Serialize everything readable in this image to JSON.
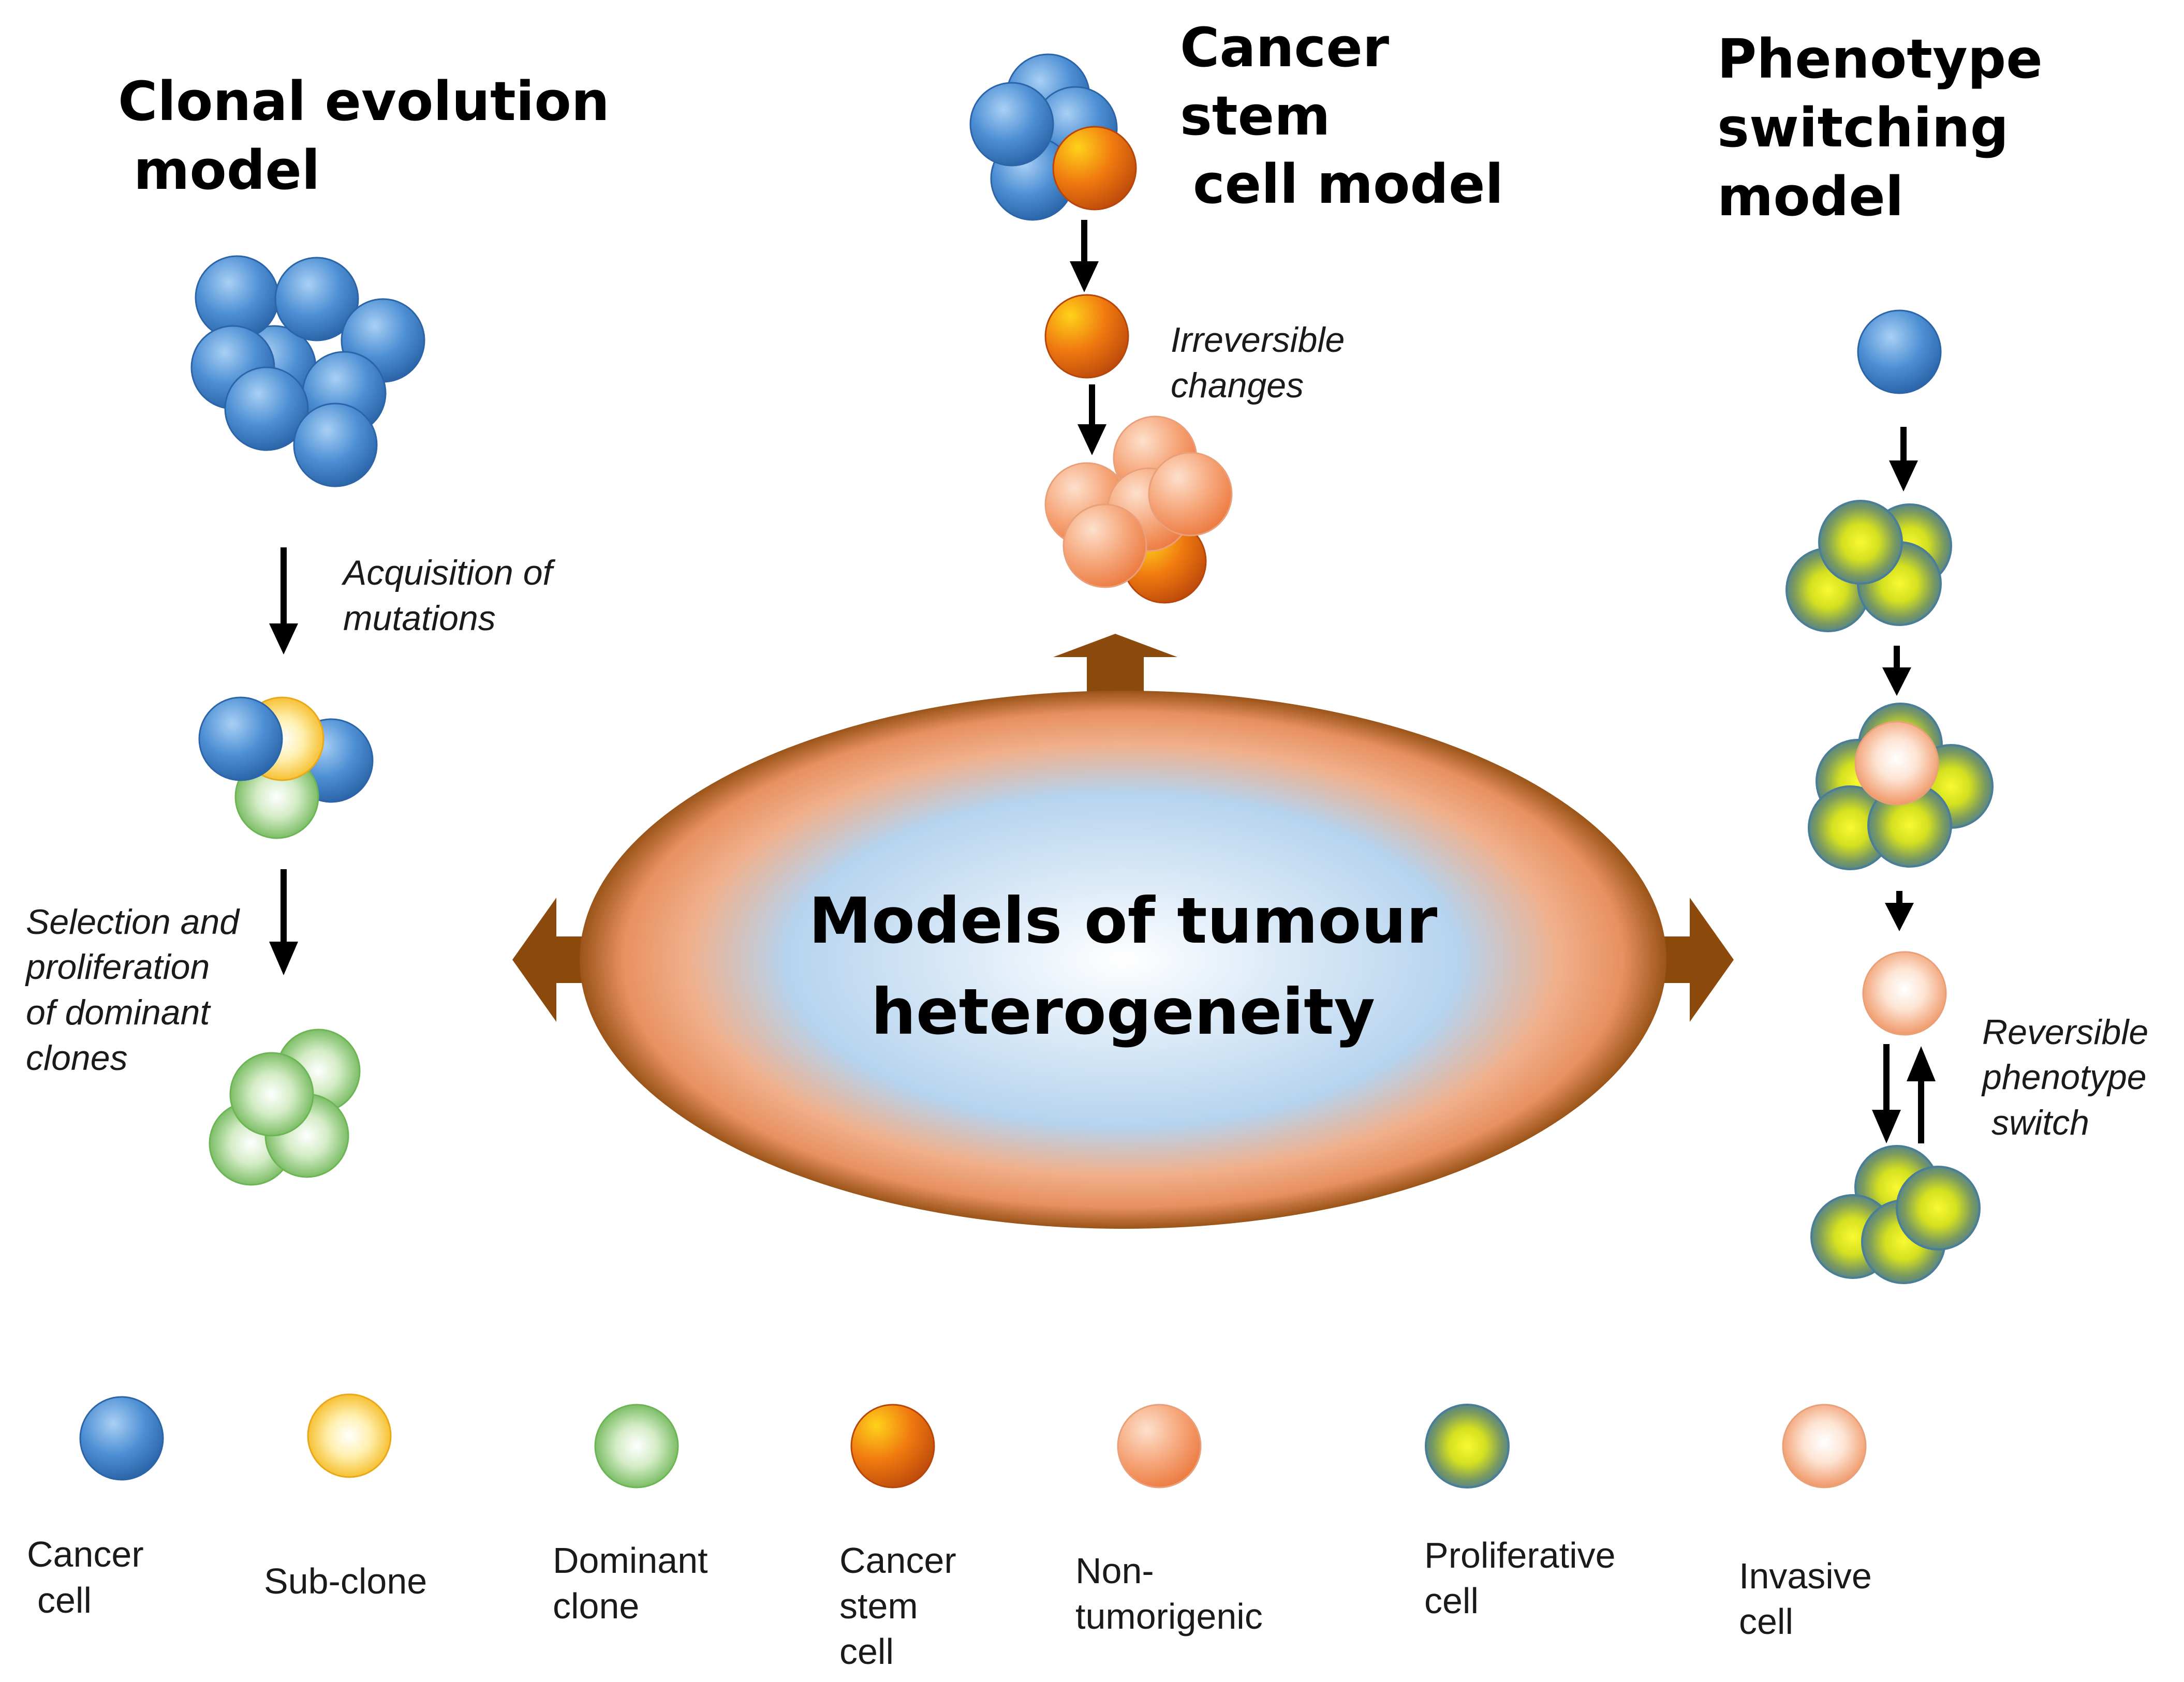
{
  "center": {
    "line1": "Models of tumour",
    "line2": "heterogeneity"
  },
  "clonal": {
    "title_line1": "Clonal evolution",
    "title_line2": "model",
    "note1_line1": "Acquisition of",
    "note1_line2": "mutations",
    "note2_line1": "Selection and",
    "note2_line2": "proliferation",
    "note2_line3": "of dominant",
    "note2_line4": "clones"
  },
  "stem": {
    "title_line1": "Cancer",
    "title_line2": "stem",
    "title_line3": "cell model",
    "note_line1": "Irreversible",
    "note_line2": "changes"
  },
  "phenotype": {
    "title_line1": "Phenotype",
    "title_line2": "switching",
    "title_line3": "model",
    "note_line1": "Reversible",
    "note_line2": "phenotype",
    "note_line3": "switch"
  },
  "legend": [
    {
      "icon": "cancer-cell-icon",
      "line1": "Cancer",
      "line2": "cell",
      "line3": ""
    },
    {
      "icon": "sub-clone-icon",
      "line1": "Sub-clone",
      "line2": "",
      "line3": ""
    },
    {
      "icon": "dominant-clone-icon",
      "line1": "Dominant",
      "line2": "clone",
      "line3": ""
    },
    {
      "icon": "cancer-stem-cell-icon",
      "line1": "Cancer",
      "line2": "stem",
      "line3": "cell"
    },
    {
      "icon": "non-tumorigenic-icon",
      "line1": "Non-",
      "line2": "tumorigenic",
      "line3": ""
    },
    {
      "icon": "proliferative-cell-icon",
      "line1": "Proliferative",
      "line2": "cell",
      "line3": ""
    },
    {
      "icon": "invasive-cell-icon",
      "line1": "Invasive",
      "line2": "cell",
      "line3": ""
    }
  ],
  "colors": {
    "blue": "#3d7fc4",
    "yellow": "#f6c22e",
    "green": "#7cc36a",
    "orange_dark": "#e06a10",
    "salmon": "#f08a4e",
    "teal_ring": "#4a7d8c",
    "lime": "#e8f020",
    "brown_arrow": "#8b4a0c"
  }
}
